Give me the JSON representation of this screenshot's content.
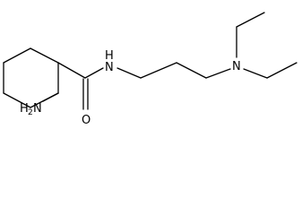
{
  "molecule": {
    "atoms": {
      "amine_h": "H",
      "amine_sub": "2",
      "amine_n": "N",
      "carbonyl_o": "O",
      "amide_n": "N",
      "amide_h": "H",
      "tertiary_n": "N"
    }
  }
}
